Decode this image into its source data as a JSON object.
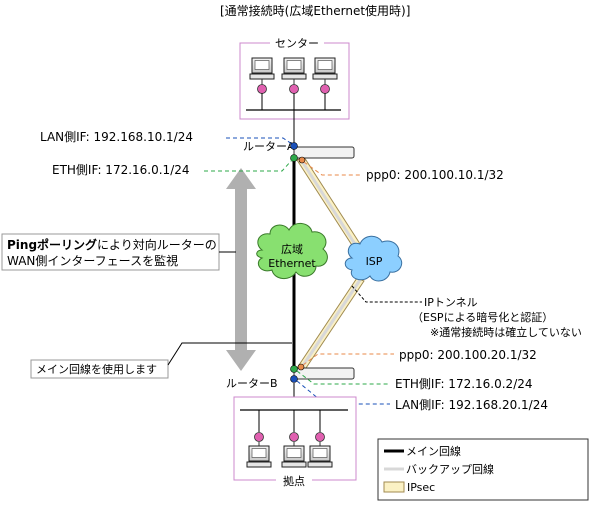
{
  "title": "[通常接続時(広域Ethernet使用時)]",
  "site_top": {
    "label": "センター",
    "router_label": "ルーターA",
    "lan_if": "LAN側IF: 192.168.10.1/24",
    "eth_if": "ETH側IF: 172.16.0.1/24",
    "ppp0": "ppp0: 200.100.10.1/32"
  },
  "site_bottom": {
    "label": "拠点",
    "router_label": "ルーターB",
    "ppp0": "ppp0: 200.100.20.1/32",
    "eth_if": "ETH側IF: 172.16.0.2/24",
    "lan_if": "LAN側IF: 192.168.20.1/24"
  },
  "cloud_wan": {
    "line1": "広域",
    "line2": "Ethernet"
  },
  "cloud_isp": {
    "label": "ISP"
  },
  "callout_ping": {
    "line1_bold": "Pingポーリング",
    "line1_rest": "により対向ルーターの",
    "line2": "WAN側インターフェースを監視"
  },
  "callout_main": "メイン回線を使用します",
  "tunnel_note": {
    "line1": "IPトンネル",
    "line2": "（ESPによる暗号化と認証）",
    "line3": "※通常接続時は確立していない"
  },
  "legend": {
    "main_line": "メイン回線",
    "backup_line": "バックアップ回線",
    "ipsec": "IPsec"
  },
  "colors": {
    "site_box_border": "#cc88cc",
    "node_dot": "#e060b0",
    "lan_blue": "#1a50b8",
    "eth_green": "#2ea84a",
    "ppp_orange": "#e88a4a",
    "cloud_green": "#88e070",
    "cloud_blue": "#8ccfff",
    "ipsec_fill": "#fbf1c4",
    "ipsec_border": "#a08a50",
    "backup_gray": "#d8d8d8",
    "arrow_gray": "#b0b0b0"
  }
}
